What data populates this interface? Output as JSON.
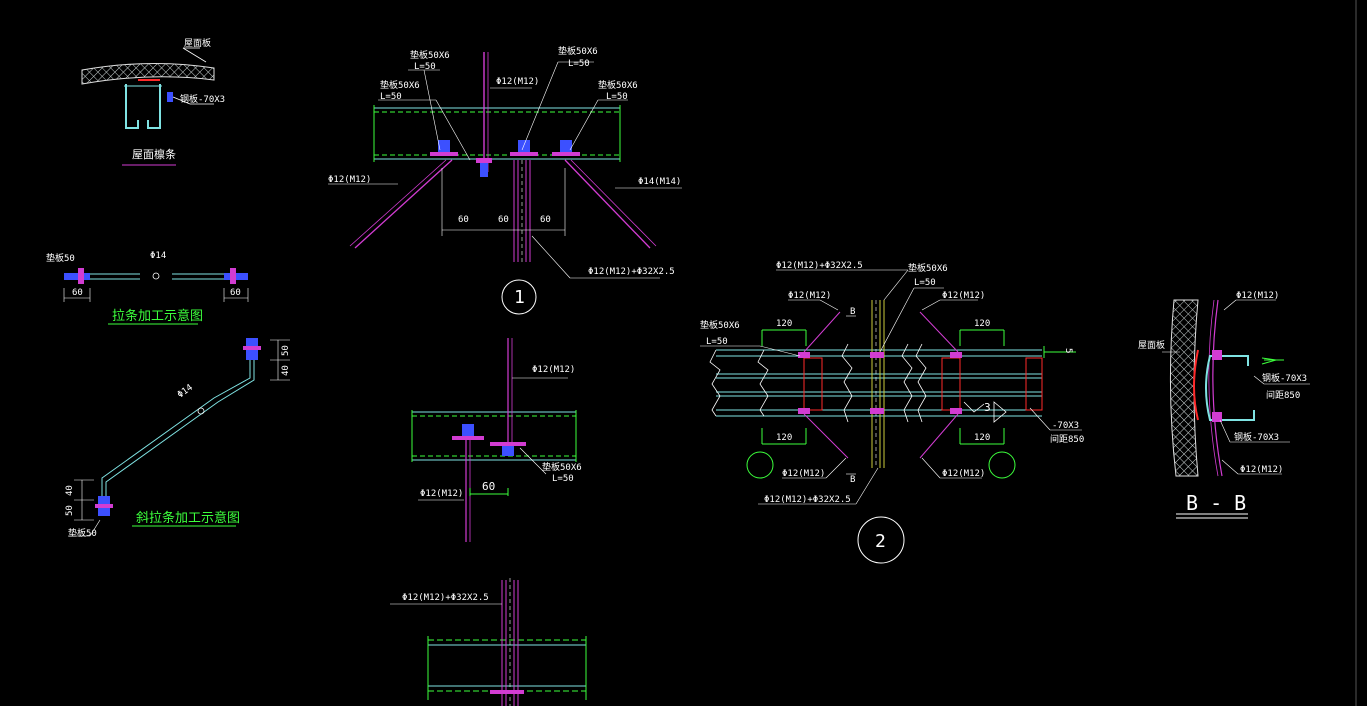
{
  "colors": {
    "background": "#000000",
    "beam_line": "#7fe3e3",
    "beam_dash": "#3cff3c",
    "rod": "#d23cd2",
    "bolt": "#3c50ff",
    "panel_fill": "#9fb4b4",
    "red_line": "#ff2a2a",
    "text": "#ffffff",
    "title_text": "#3cff3c"
  },
  "detail_roof": {
    "label_panel": "屋面板",
    "label_plate": "钢板-70X3",
    "title": "屋面檩条"
  },
  "detail_1": {
    "pad_top_left": "垫板50X6",
    "pad_top_left_len": "L=50",
    "pad_top_right": "垫板50X6",
    "pad_top_right_len": "L=50",
    "pad_left": "垫板50X6",
    "pad_left_len": "L=50",
    "pad_right": "垫板50X6",
    "pad_right_len": "L=50",
    "rod_top": "Φ12(M12)",
    "rod_left": "Φ12(M12)",
    "rod_right": "Φ14(M14)",
    "rod_bottom": "Φ12(M12)+Φ32X2.5",
    "dim_1": "60",
    "dim_2": "60",
    "dim_3": "60",
    "marker": "1"
  },
  "detail_tie": {
    "label_pad": "垫板50",
    "label_rod": "Φ14",
    "dim_left": "60",
    "dim_right": "60",
    "title": "拉条加工示意图"
  },
  "detail_diag": {
    "label_rod": "Φ14",
    "dim_a": "50",
    "dim_b": "40",
    "dim_c": "40",
    "dim_d": "50",
    "label_pad": "垫板50",
    "title": "斜拉条加工示意图"
  },
  "detail_mid": {
    "rod_top": "Φ12(M12)",
    "rod_left": "Φ12(M12)",
    "pad": "垫板50X6",
    "pad_len": "L=50",
    "dim": "60"
  },
  "detail_bottom": {
    "rod": "Φ12(M12)+Φ32X2.5"
  },
  "detail_2": {
    "rod_top_sleeve": "Φ12(M12)+Φ32X2.5",
    "pad_top": "垫板50X6",
    "pad_top_len": "L=50",
    "rod_tl": "Φ12(M12)",
    "rod_tr": "Φ12(M12)",
    "pad_left": "垫板50X6",
    "pad_left_len": "L=50",
    "dim_tl": "120",
    "dim_tr": "120",
    "dim_bl": "120",
    "dim_br": "120",
    "sec_top": "B",
    "sec_bottom": "B",
    "plate": "-70X3",
    "spacing": "间距850",
    "rod_bl": "Φ12(M12)",
    "rod_br": "Φ12(M12)",
    "rod_bottom_sleeve": "Φ12(M12)+Φ32X2.5",
    "ref_3": "3",
    "dim_side": "5",
    "marker": "2"
  },
  "section_bb": {
    "rod_top": "Φ12(M12)",
    "panel": "屋面板",
    "plate_1": "钢板-70X3",
    "spacing": "间距850",
    "plate_2": "钢板-70X3",
    "rod_bottom": "Φ12(M12)",
    "title": "B - B"
  }
}
